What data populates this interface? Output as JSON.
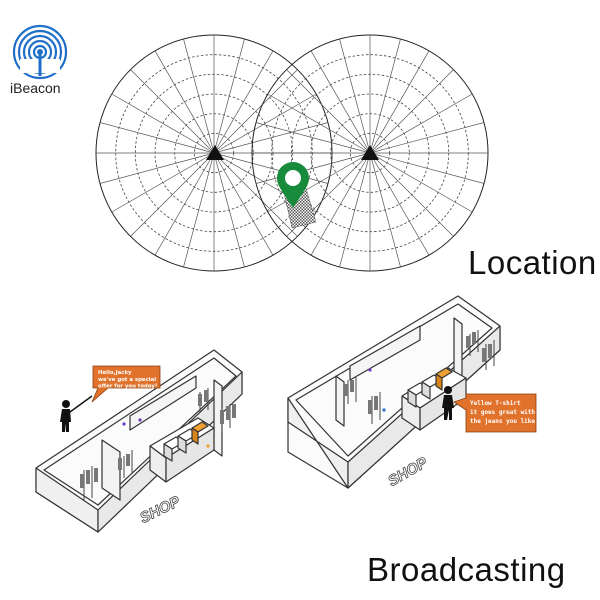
{
  "logo": {
    "text": "iBeacon",
    "icon": "beacon-signal-icon",
    "color": "#1f6fc9"
  },
  "labels": {
    "location": "Location",
    "broadcasting": "Broadcasting"
  },
  "shop_left": {
    "sign": "SHOP",
    "bubble": [
      "Hello,Jacky",
      "we've got a special",
      "offer for you today!"
    ]
  },
  "shop_right": {
    "sign": "SHOP",
    "bubble": [
      "Yellow T-shirt",
      "it goes great with",
      "the jeans you like"
    ]
  },
  "colors": {
    "bubble": "#e0722b",
    "pin": "#178a3c",
    "accent": "#f0a030"
  }
}
